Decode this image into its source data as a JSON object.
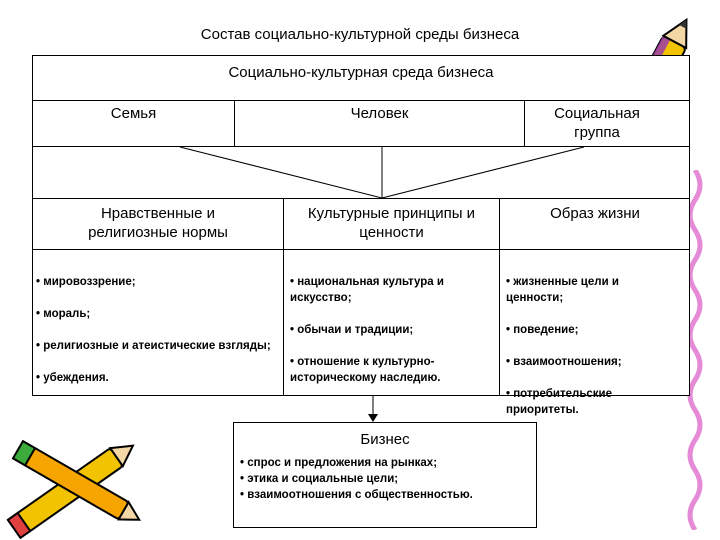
{
  "title": "Состав социально-культурной среды бизнеса",
  "top_header": "Социально-культурная среда бизнеса",
  "sources": {
    "family": "Семья",
    "person": "Человек",
    "social_group": "Социальная группа"
  },
  "categories": [
    {
      "title": "Нравственные и религиозные нормы",
      "items": [
        "• мировоззрение;",
        "• мораль;",
        "• религиозные и атеистические взгляды;",
        "• убеждения."
      ]
    },
    {
      "title": "Культурные принципы и ценности",
      "items": [
        "• национальная культура и искусство;",
        "• обычаи и традиции;",
        "• отношение к культурно-историческому наследию."
      ]
    },
    {
      "title": "Образ жизни",
      "items": [
        "• жизненные цели и ценности;",
        "• поведение;",
        "• взаимоотношения;",
        "• потребительские приоритеты."
      ]
    }
  ],
  "business": {
    "title": "Бизнес",
    "items": [
      "• спрос и предложения на рынках;",
      "• этика и социальные цели;",
      "• взаимоотношения с общественностью."
    ]
  }
}
